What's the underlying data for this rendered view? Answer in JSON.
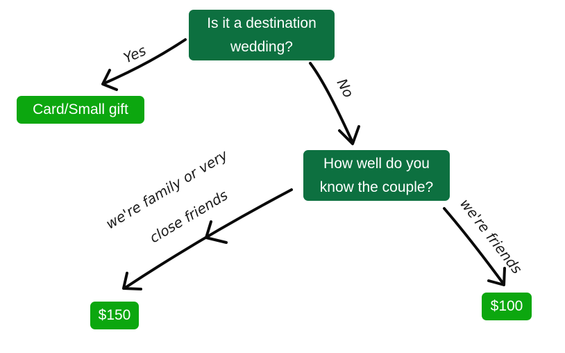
{
  "flowchart": {
    "question_1": {
      "line_1": "Is it a destination",
      "line_2": "wedding?"
    },
    "question_2": {
      "line_1": "How well do you",
      "line_2": "know the couple?"
    },
    "outcomes": {
      "card_small_gift": "Card/Small gift",
      "amount_150": "$150",
      "amount_100": "$100"
    },
    "edges": {
      "yes": "Yes",
      "no": "No",
      "family_line_1": "we're family or very",
      "family_line_2": "close friends",
      "friends": "we're friends"
    }
  },
  "colors": {
    "question_box": "#0d7040",
    "outcome_box": "#0ca70f",
    "arrow": "#0a0a0a",
    "label_text": "#1a1a1a"
  }
}
